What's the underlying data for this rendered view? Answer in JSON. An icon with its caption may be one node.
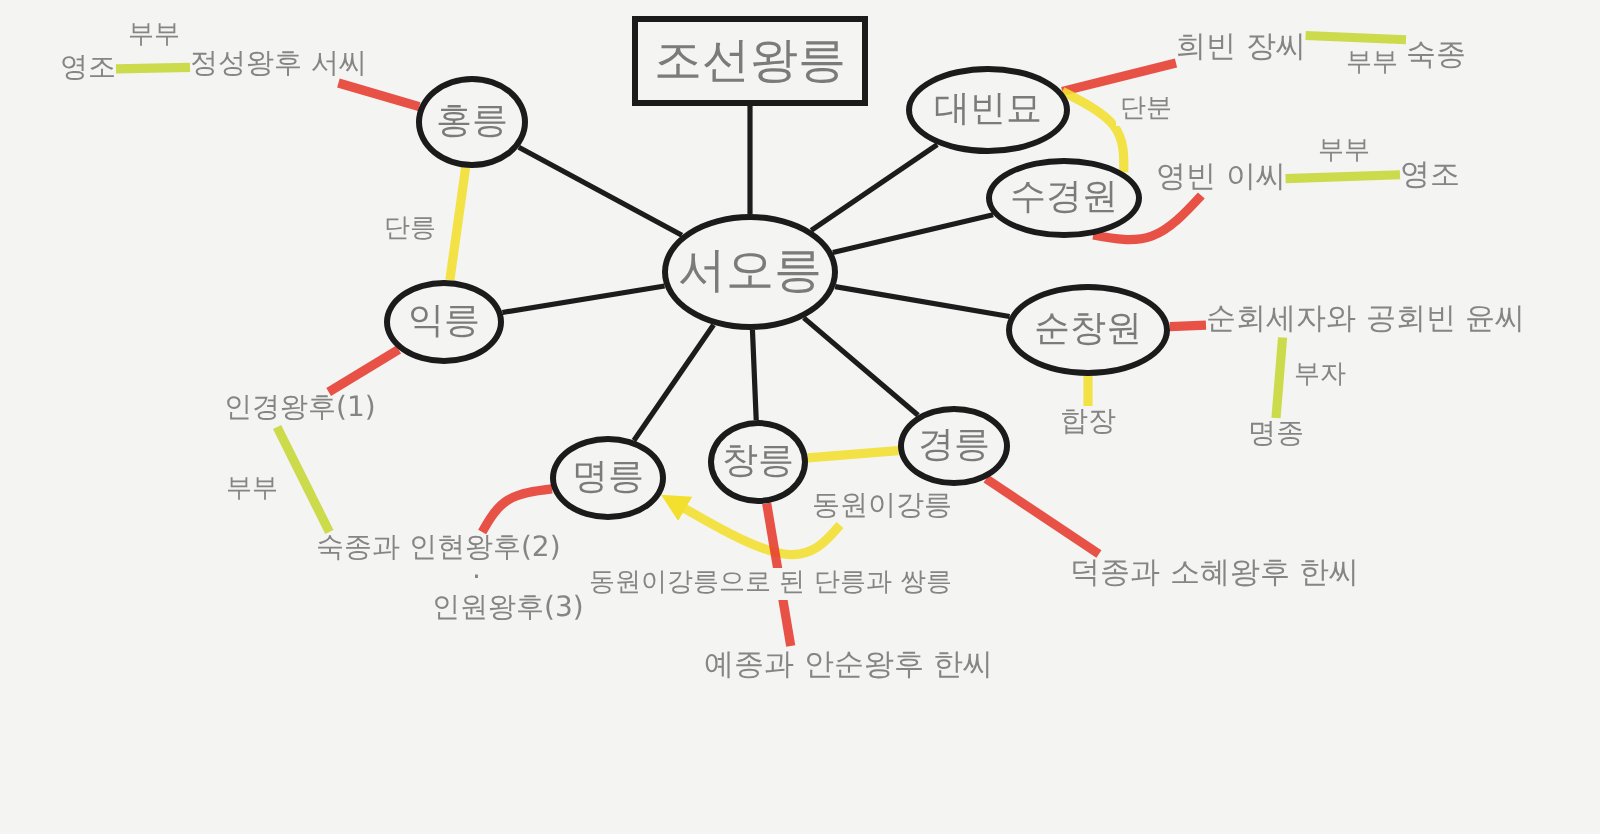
{
  "diagram": {
    "nodes": [
      {
        "text": [
          "조선왕릉"
        ]
      },
      {
        "text": [
          "서오릉"
        ]
      },
      {
        "text": [
          "홍릉"
        ]
      },
      {
        "text": [
          "익릉"
        ]
      },
      {
        "text": [
          "대빈묘"
        ]
      },
      {
        "text": [
          "수경원"
        ]
      },
      {
        "text": [
          "순창원"
        ]
      },
      {
        "text": [
          "명릉"
        ]
      },
      {
        "text": [
          "창릉"
        ]
      },
      {
        "text": [
          "경릉"
        ]
      },
      {
        "text": [
          "정성왕후 서씨"
        ]
      },
      {
        "text": [
          "영조"
        ]
      },
      {
        "text": [
          "인경왕후(1)"
        ]
      },
      {
        "text": [
          "숙종과 인현왕후(2)",
          "·",
          "인원왕후(3)"
        ]
      },
      {
        "text": [
          "동원이강릉"
        ]
      },
      {
        "text": [
          "예종과 안순왕후 한씨"
        ]
      },
      {
        "text": [
          "덕종과 소혜왕후 한씨"
        ]
      },
      {
        "text": [
          "순회세자와 공회빈 윤씨"
        ]
      },
      {
        "text": [
          "합장"
        ]
      },
      {
        "text": [
          "명종"
        ]
      },
      {
        "text": [
          "희빈 장씨"
        ]
      },
      {
        "text": [
          "숙종"
        ]
      },
      {
        "text": [
          "영빈 이씨"
        ]
      },
      {
        "text": [
          "영조"
        ]
      }
    ],
    "edges": [
      {
        "from": 1,
        "to": 0,
        "arrow": "none"
      },
      {
        "from": 1,
        "to": 2,
        "arrow": "none"
      },
      {
        "from": 1,
        "to": 3,
        "arrow": "none"
      },
      {
        "from": 1,
        "to": 4,
        "arrow": "none"
      },
      {
        "from": 1,
        "to": 5,
        "arrow": "none"
      },
      {
        "from": 1,
        "to": 6,
        "arrow": "none"
      },
      {
        "from": 1,
        "to": 7,
        "arrow": "none"
      },
      {
        "from": 1,
        "to": 8,
        "arrow": "none"
      },
      {
        "from": 1,
        "to": 9,
        "arrow": "none"
      },
      {
        "from": 2,
        "to": 10,
        "arrow": "none",
        "color": "#e63b2e"
      },
      {
        "from": 11,
        "to": 10,
        "arrow": "none",
        "label": "부부",
        "color": "#c6d733"
      },
      {
        "from": 2,
        "to": 3,
        "arrow": "none",
        "label": "단릉",
        "color": "#f2df2e"
      },
      {
        "from": 3,
        "to": 12,
        "arrow": "none",
        "color": "#e63b2e"
      },
      {
        "from": 12,
        "to": 13,
        "arrow": "none",
        "label": "부부",
        "color": "#c6d733"
      },
      {
        "from": 7,
        "to": 13,
        "arrow": "none",
        "color": "#e63b2e"
      },
      {
        "from": 8,
        "to": 9,
        "arrow": "none",
        "color": "#f2df2e"
      },
      {
        "from": 14,
        "to": 7,
        "arrow": "to",
        "label": "동원이강릉으로 된 단릉과 쌍릉",
        "color": "#f2df2e"
      },
      {
        "from": 8,
        "to": 15,
        "arrow": "none",
        "color": "#e63b2e"
      },
      {
        "from": 9,
        "to": 16,
        "arrow": "none",
        "color": "#e63b2e"
      },
      {
        "from": 6,
        "to": 17,
        "arrow": "none",
        "color": "#e63b2e"
      },
      {
        "from": 6,
        "to": 18,
        "arrow": "none",
        "color": "#f2df2e"
      },
      {
        "from": 17,
        "to": 19,
        "arrow": "none",
        "label": "부자",
        "color": "#c6d733"
      },
      {
        "from": 4,
        "to": 20,
        "arrow": "none",
        "color": "#e63b2e"
      },
      {
        "from": 20,
        "to": 21,
        "arrow": "none",
        "label": "부부",
        "color": "#c6d733"
      },
      {
        "from": 4,
        "to": 5,
        "arrow": "none",
        "label": "단분",
        "color": "#f2df2e"
      },
      {
        "from": 5,
        "to": 22,
        "arrow": "none",
        "color": "#e63b2e"
      },
      {
        "from": 22,
        "to": 23,
        "arrow": "none",
        "label": "부부",
        "color": "#c6d733"
      }
    ]
  }
}
